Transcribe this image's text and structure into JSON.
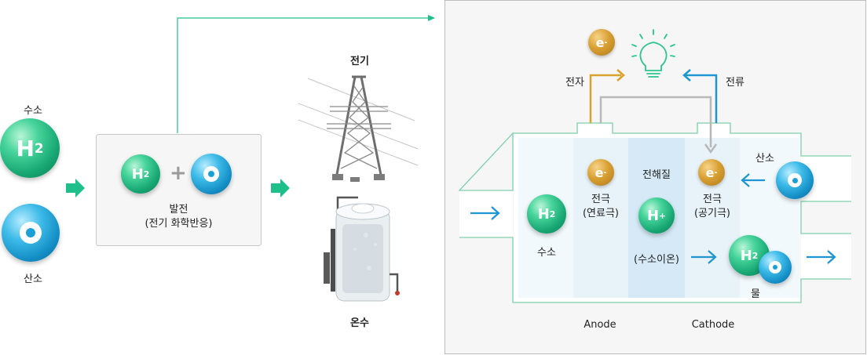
{
  "left": {
    "hydrogen_label": "수소",
    "oxygen_label": "산소",
    "h2_symbol": "H",
    "h2_subscript": "2",
    "generation_label": "발전",
    "generation_sub_label": "(전기 화학반응)",
    "plus_sign": "+"
  },
  "outputs": {
    "electricity_label": "전기",
    "hot_water_label": "온수"
  },
  "cell": {
    "electron_symbol": "e",
    "electron_charge": "-",
    "electron_label": "전자",
    "current_label": "전류",
    "electrolyte_label": "전해질",
    "anode_electrode_label": "전극",
    "anode_electrode_sub": "(연료극)",
    "cathode_electrode_label": "전극",
    "cathode_electrode_sub": "(공기극)",
    "proton_symbol": "H",
    "proton_charge": "+",
    "proton_label": "(수소이온)",
    "hydrogen_label": "수소",
    "oxygen_label": "산소",
    "water_label": "물",
    "anode_label": "Anode",
    "cathode_label": "Cathode"
  },
  "colors": {
    "accent_green": "#1fbf8a",
    "arrow_blue": "#1f95d2",
    "electron_gold": "#d9a22e",
    "wire_gray": "#b8b8b8",
    "cell_border": "#7fd0ad",
    "electrolyte_fill": "#d5eaf6"
  }
}
